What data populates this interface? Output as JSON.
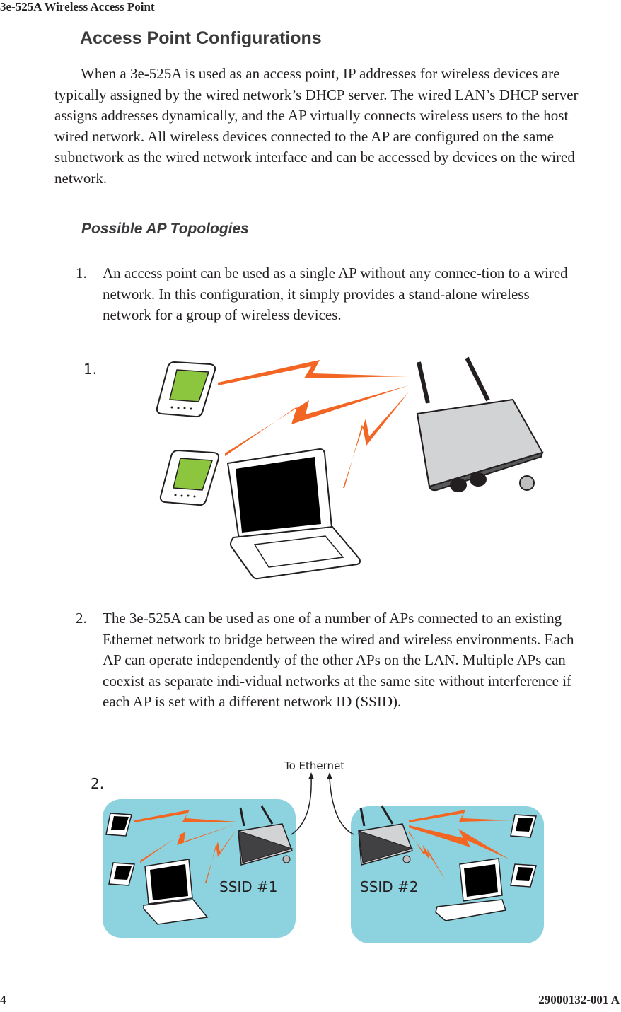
{
  "header": {
    "running_title": "3e-525A Wireless Access Point"
  },
  "section": {
    "title": "Access Point Configurations",
    "intro": "When a 3e-525A is used as an access point, IP addresses for wireless devices are typically assigned by the wired network’s DHCP server. The wired LAN’s DHCP server assigns addresses dynamically, and the AP virtually connects wireless users to the host wired network. All wireless devices connected to the AP are configured on the same subnetwork as the wired network interface and can be accessed by devices on the wired network."
  },
  "subsection": {
    "title": "Possible AP Topologies"
  },
  "list": [
    {
      "num": "1.",
      "text": "An access point can be used as a single AP without any connec-tion to a wired network. In this configuration, it simply provides a stand-alone wireless network for a group of wireless devices."
    },
    {
      "num": "2.",
      "text": "The 3e-525A can be used as one of a number of APs connected to an existing Ethernet network to bridge between the wired and wireless environments. Each AP can operate independently of the other APs on the LAN.  Multiple APs can coexist as separate indi-vidual networks at the same site without interference if each AP is set with a different network ID (SSID)."
    }
  ],
  "figure1": {
    "label": "1."
  },
  "figure2": {
    "label": "2.",
    "ethernet_label": "To Ethernet",
    "ssid1": "SSID #1",
    "ssid2": "SSID #2"
  },
  "footer": {
    "page_number": "4",
    "doc_number": "29000132-001 A"
  },
  "colors": {
    "lightning": "#f26522",
    "network_zone": "#8dd3df",
    "pda_screen": "#8cc63f",
    "ap_body": "#d1d3d4"
  }
}
